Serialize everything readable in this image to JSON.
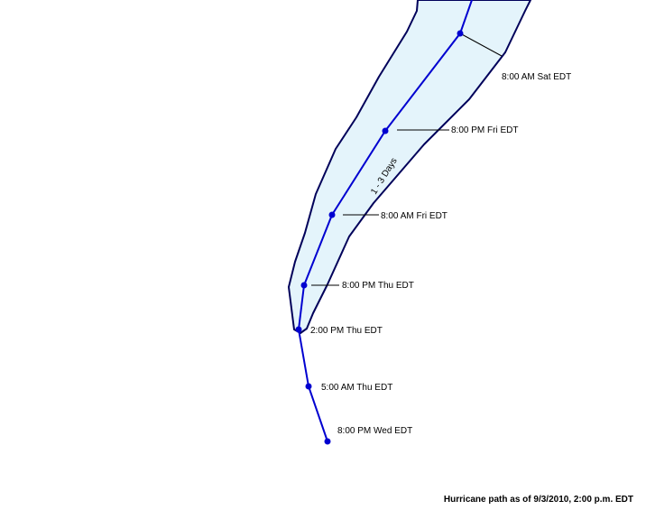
{
  "caption": "Hurricane path as of 9/3/2010, 2:00 p.m. EDT",
  "cone": {
    "label": "1 - 3 Days",
    "fill_color": "#e4f4fb",
    "outline_color": "#00005a"
  },
  "track": {
    "line_color": "#0000d0",
    "points": [
      {
        "label": "8:00 AM Sat EDT"
      },
      {
        "label": "8:00 PM Fri EDT"
      },
      {
        "label": "8:00 AM Fri EDT"
      },
      {
        "label": "8:00 PM Thu EDT"
      },
      {
        "label": "2:00 PM Thu EDT"
      },
      {
        "label": "5:00 AM Thu EDT"
      },
      {
        "label": "8:00 PM Wed EDT"
      }
    ]
  }
}
